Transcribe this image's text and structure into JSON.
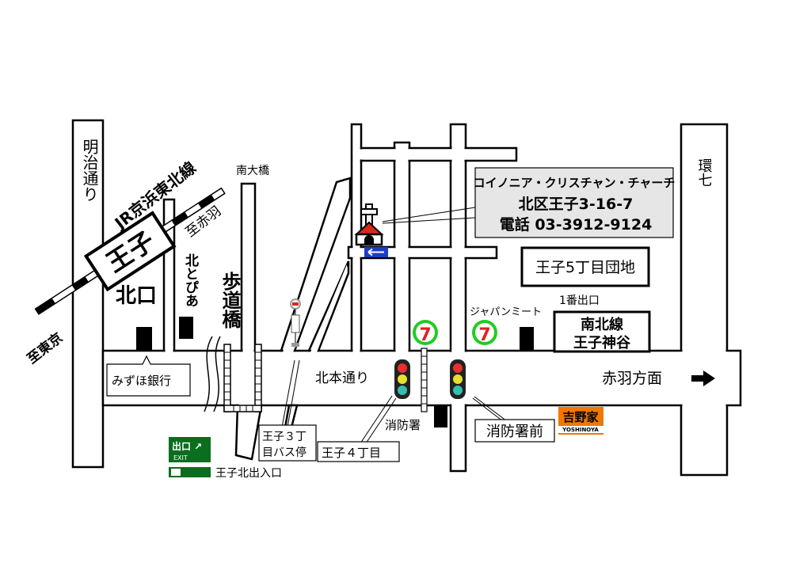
{
  "map": {
    "roads": {
      "meiji": "明治通り",
      "kannana": "環七",
      "kitamoto": "北本通り",
      "minamiohashi": "南大橋",
      "footbridge": "歩道橋"
    },
    "rail": {
      "line": "JR京浜東北線",
      "station": "王子",
      "north_exit": "北口",
      "to_akabane": "至赤羽",
      "to_tokyo": "至東京"
    },
    "landmarks": {
      "hokutopia": "北とぴあ",
      "mizuho": "みずほ銀行",
      "bus_stop": [
        "王子３丁",
        "目バス停"
      ],
      "oji4": "王子４丁目",
      "fire_station": "消防署",
      "fire_station_mae": "消防署前",
      "japan_meat": "ジャパンミート",
      "exit1": "1番出口",
      "namboku": [
        "南北線",
        "王子神谷"
      ],
      "danchi": "王子5丁目団地",
      "yoshinoya": {
        "logo": "吉野家",
        "sub": "YOSHINOYA",
        "color": "#f07800"
      },
      "seven_eleven": {
        "color": "#22cc22"
      },
      "exit_sign": {
        "main": "出口 ↗",
        "sub": "EXIT",
        "color": "#0a6e1e"
      },
      "oji_kita_ramp": "王子北出入口",
      "direction": "赤羽方面"
    },
    "church": {
      "name": "コイノニア・クリスチャン・チャーチ",
      "address": "北区王子3-16-7",
      "phone": "電話 03-3912-9124",
      "box_color": "#e6e6e6",
      "roof_color": "#d42a1e"
    },
    "one_way_color": "#1e3cc8"
  }
}
